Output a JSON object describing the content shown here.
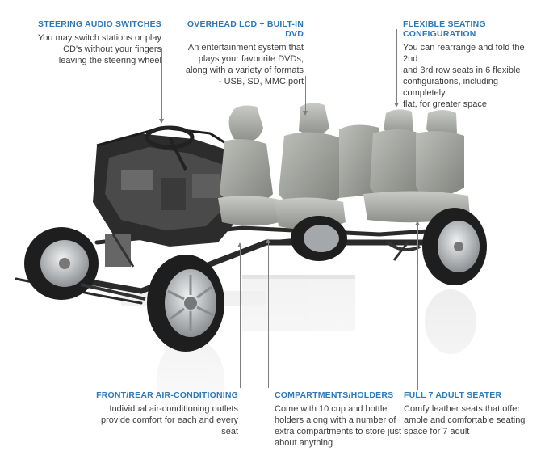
{
  "callouts": {
    "steering": {
      "title": "STEERING AUDIO SWITCHES",
      "line1": "You may switch stations or play",
      "line2": "CD's without your fingers",
      "line3": "leaving the steering wheel"
    },
    "overhead": {
      "title": "OVERHEAD LCD + BUILT-IN DVD",
      "line1": "An entertainment system that",
      "line2": "plays your favourite DVDs,",
      "line3": "along with a variety of formats",
      "line4": "- USB, SD, MMC port"
    },
    "seating": {
      "title": "FLEXIBLE SEATING CONFIGURATION",
      "line1": "You can rearrange and fold the 2nd",
      "line2": "and 3rd row seats in 6 flexible",
      "line3": "configurations, including completely",
      "line4": "flat, for greater space"
    },
    "air": {
      "title": "FRONT/REAR AIR-CONDITIONING",
      "line1": "Individual air-conditioning outlets",
      "line2": "provide comfort for each and every",
      "line3": "seat"
    },
    "compartments": {
      "title": "COMPARTMENTS/HOLDERS",
      "line1": "Come with 10 cup and bottle",
      "line2": "holders along with a number of",
      "line3": "extra compartments to store just",
      "line4": "about anything"
    },
    "seater": {
      "title": "FULL 7 ADULT SEATER",
      "line1": "Comfy leather seats that offer",
      "line2": "ample and comfortable seating",
      "line3": "space for 7 adult"
    }
  },
  "colors": {
    "title": "#2f78b7",
    "text": "#3d3d3d",
    "pointer": "#7f7f7f",
    "seat": "#a9aba6",
    "tire": "#1e1e1e",
    "rim": "#c9cbcd"
  }
}
